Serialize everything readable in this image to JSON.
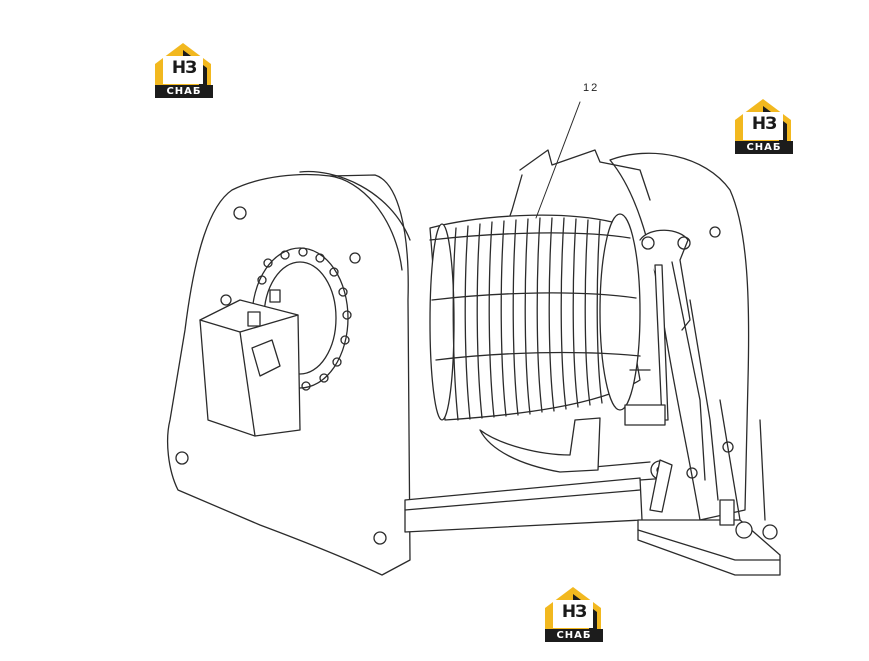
{
  "diagram": {
    "callout_label": "12",
    "line_color": "#2b2b2b"
  },
  "watermark": {
    "letters": "НЗ",
    "name": "СНАБ",
    "accent_color": "#f2b81f",
    "dark_color": "#1c1c1c"
  }
}
